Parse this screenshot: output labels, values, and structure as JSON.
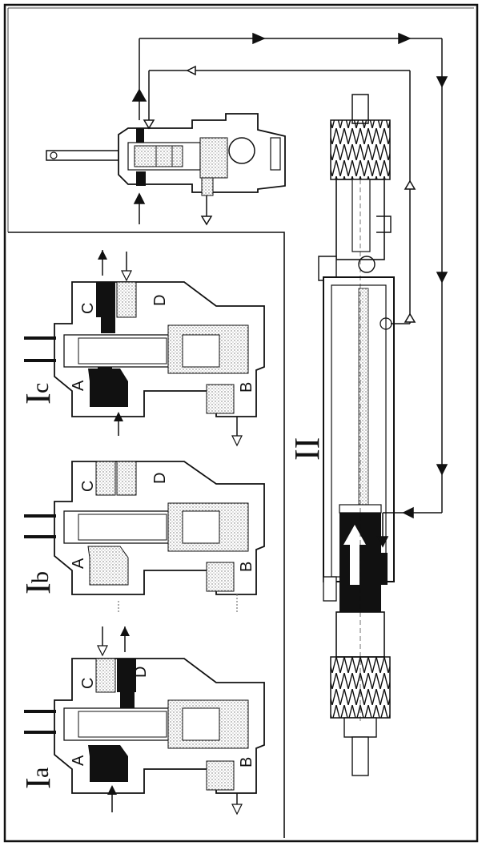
{
  "labels": {
    "ia_main": "I",
    "ia_sub": "a",
    "ib_main": "I",
    "ib_sub": "b",
    "ic_main": "I",
    "ic_sub": "c",
    "ii": "II"
  },
  "ports": {
    "a": "A",
    "b": "B",
    "c": "C",
    "d": "D"
  },
  "colors": {
    "ink": "#111111",
    "paper": "#ffffff",
    "stipple": "#777777"
  }
}
